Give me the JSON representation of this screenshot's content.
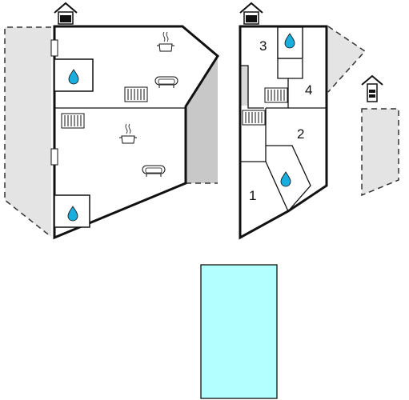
{
  "rooms": [
    {
      "label": "1"
    },
    {
      "label": "2"
    },
    {
      "label": "3"
    },
    {
      "label": "4"
    }
  ],
  "colors": {
    "wall": "#111111",
    "terrace_light": "#e4e4e4",
    "terrace_dark": "#c8c8c8",
    "pool": "#b3ffff",
    "water": "#1aaedf"
  },
  "icons": [
    "house-entrance-icon",
    "water-drop-icon",
    "radiator-icon",
    "stove-icon",
    "sofa-icon",
    "window-icon",
    "pool"
  ]
}
